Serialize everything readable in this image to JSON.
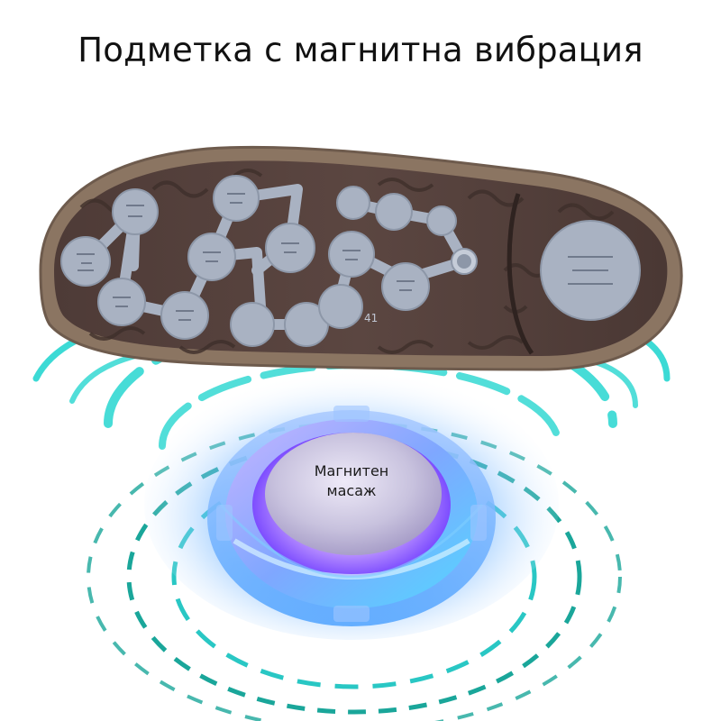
{
  "title": "Подметка с магнитна вибрация",
  "badge": {
    "line1": "Магнитен",
    "line2": "масаж"
  },
  "sole": {
    "size_mark": "41"
  },
  "colors": {
    "sole_rubber": "#5a4540",
    "sole_edge": "#8b7562",
    "nodes": "#a9b2c2",
    "waves": "#27d6d0",
    "dashes": "#1aa69a",
    "disc_core": "#9a7cff"
  }
}
